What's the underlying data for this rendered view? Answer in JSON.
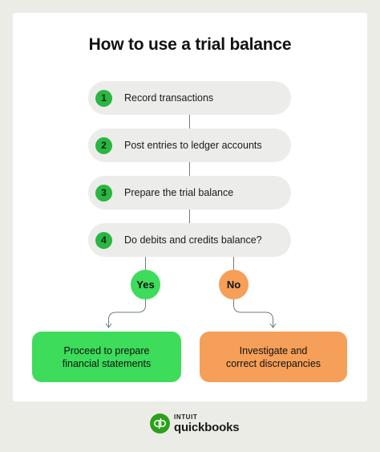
{
  "title": "How to use a trial balance",
  "steps": [
    {
      "number": "1",
      "label": "Record transactions"
    },
    {
      "number": "2",
      "label": "Post entries to ledger accounts"
    },
    {
      "number": "3",
      "label": "Prepare the trial balance"
    },
    {
      "number": "4",
      "label": "Do debits and credits balance?"
    }
  ],
  "decisions": {
    "yes": "Yes",
    "no": "No"
  },
  "outcomes": {
    "yes": "Proceed to prepare\nfinancial statements",
    "no": "Investigate and\ncorrect discrepancies"
  },
  "logo": {
    "line1": "INTUIT",
    "line2": "quickbooks"
  },
  "colors": {
    "step_badge": "#2bb541",
    "yes": "#3ddc5a",
    "no": "#f59f58",
    "step_pill": "#ececea",
    "connector": "#6b7c86",
    "background": "#ecece7",
    "logo": "#2ca01c"
  }
}
